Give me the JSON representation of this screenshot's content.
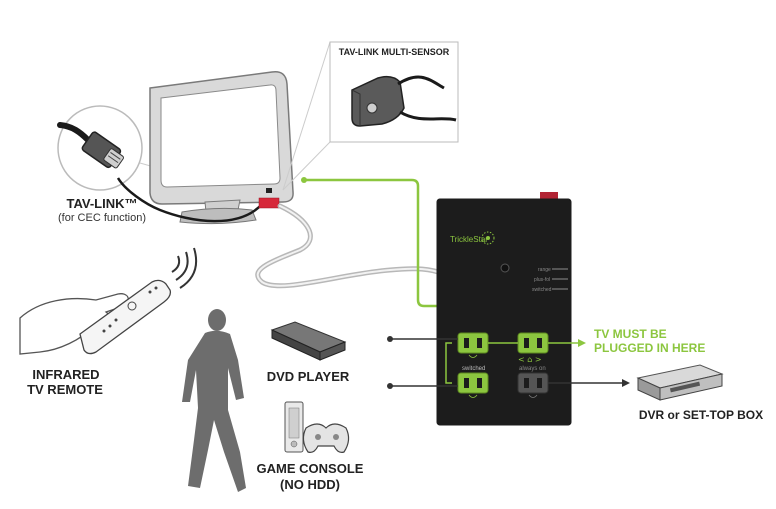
{
  "labels": {
    "multisensor": "TAV-LINK MULTI-SENSOR",
    "tavlink": "TAV-LINK™",
    "tavlink_sub": "(for CEC function)",
    "remote_line1": "INFRARED",
    "remote_line2": "TV REMOTE",
    "dvd": "DVD PLAYER",
    "console_line1": "GAME CONSOLE",
    "console_line2": "(NO HDD)",
    "tv_must_line1": "TV MUST BE",
    "tv_must_line2": "PLUGGED IN HERE",
    "dvr": "DVR or SET-TOP BOX"
  },
  "device": {
    "brand": "TrickleStar",
    "led_labels": [
      "range",
      "plus-fol",
      "switched"
    ],
    "outlet_labels": {
      "switched": "switched",
      "always_on": "always on"
    }
  },
  "colors": {
    "accent_green": "#8cc63f",
    "tag_red": "#d6283a",
    "device_black": "#1c1c1c",
    "silhouette_gray": "#6d6d6d"
  }
}
